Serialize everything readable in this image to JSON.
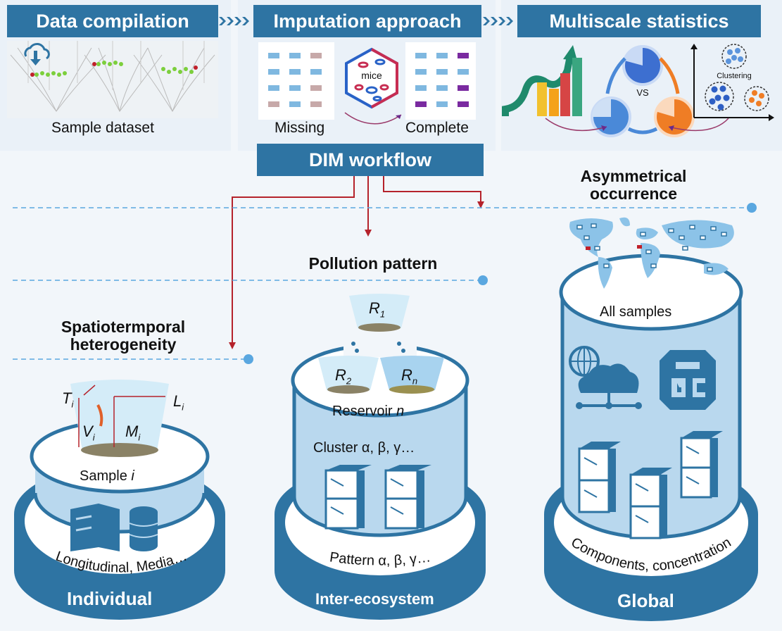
{
  "stages": [
    {
      "title": "Data compilation",
      "caption": "Sample dataset"
    },
    {
      "title": "Imputation approach",
      "captions": [
        "Missing",
        "Complete"
      ],
      "logo_text": "mice"
    },
    {
      "title": "Multiscale statistics",
      "vs_label": "VS",
      "clustering_label": "Clustering"
    }
  ],
  "workflow": {
    "title": "DIM workflow"
  },
  "levels": [
    {
      "heading": "Spatiotermporal heterogeneity",
      "heading_line1": "Spatiotermporal",
      "heading_line2": "heterogeneity",
      "top_label": "Sample",
      "top_label_var": "i",
      "variables": [
        "T",
        "L",
        "V",
        "M"
      ],
      "subscript": "i",
      "ring_text": "Longitudinal, Media…",
      "base_label": "Individual"
    },
    {
      "heading": "Pollution pattern",
      "reservoirs": [
        {
          "name": "R",
          "sub": "1"
        },
        {
          "name": "R",
          "sub": "2"
        },
        {
          "name": "R",
          "sub": "n"
        }
      ],
      "top_label": "Reservoir",
      "top_label_var": "n",
      "cluster_label": "Cluster α, β, γ…",
      "ring_text": "Pattern α, β, γ…",
      "base_label": "Inter-ecosystem"
    },
    {
      "heading": "Asymmetrical occurrence",
      "heading_line1": "Asymmetrical",
      "heading_line2": "occurrence",
      "top_label": "All samples",
      "ring_text": "Components, concentration",
      "base_label": "Global"
    }
  ],
  "colors": {
    "primary": "#2e74a3",
    "arrow": "#b5222b",
    "dashed": "#5aa7e0",
    "cylinder_fill": "#b9d8ee"
  }
}
